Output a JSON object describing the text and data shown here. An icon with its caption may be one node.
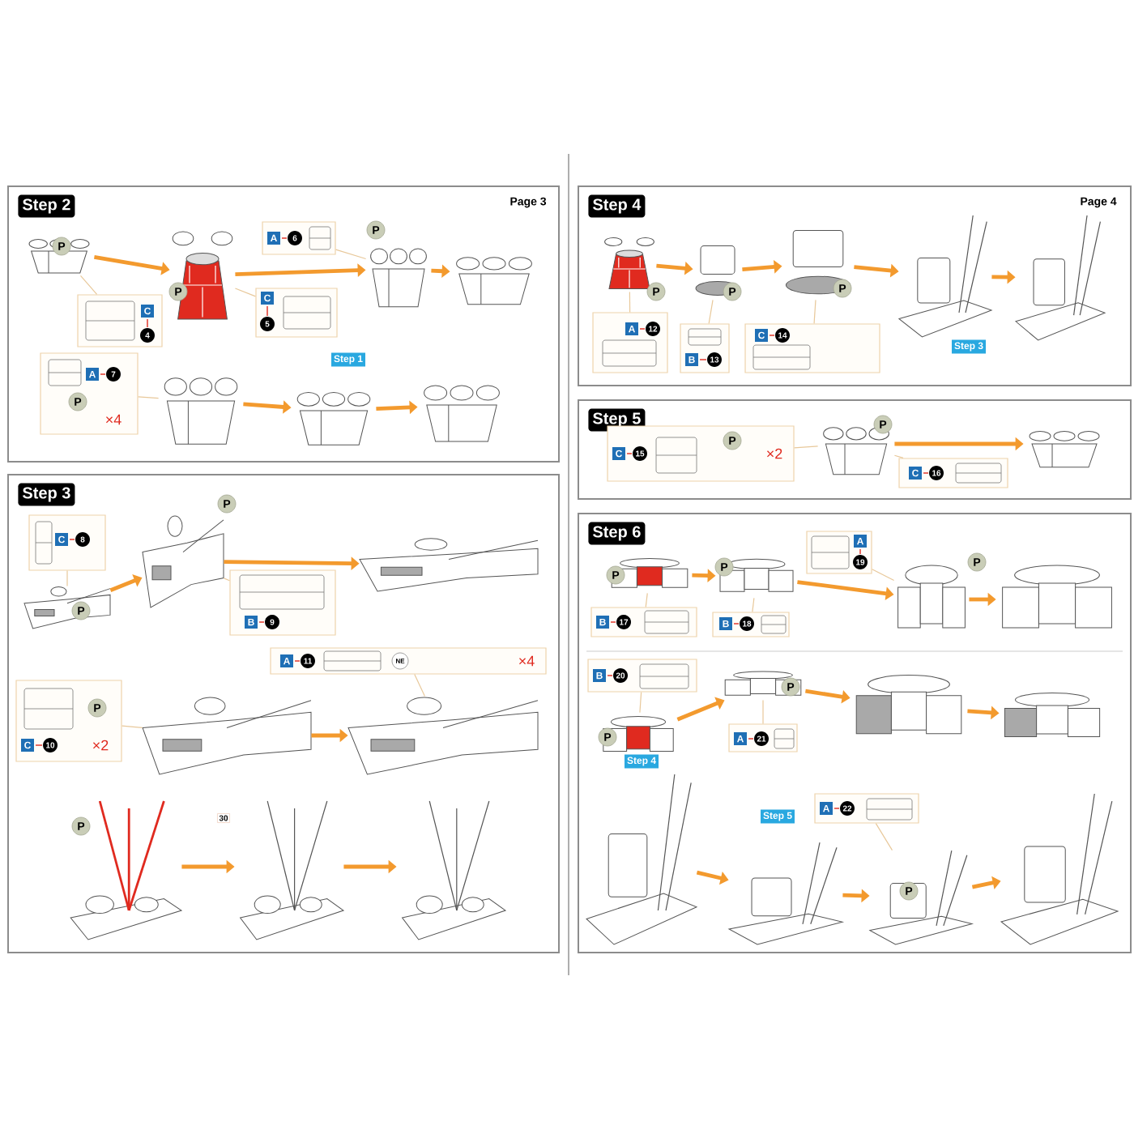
{
  "diagram": {
    "nodes": [
      {
        "text": [
          "Step 2"
        ]
      },
      {
        "text": [],
        "shape": "picture",
        "in": 0
      },
      {
        "text": [
          "C",
          "4"
        ],
        "in": 0
      },
      {
        "text": [],
        "shape": "picture",
        "in": 0
      },
      {
        "text": [
          "C",
          "5"
        ],
        "in": 0
      },
      {
        "text": [
          "A",
          "6"
        ],
        "in": 0
      },
      {
        "text": [],
        "shape": "picture",
        "in": 0
      },
      {
        "text": [],
        "shape": "picture",
        "in": 0
      },
      {
        "text": [
          "A",
          "7",
          "×4"
        ],
        "in": 0
      },
      {
        "text": [],
        "shape": "picture",
        "in": 0
      },
      {
        "text": [],
        "shape": "picture",
        "in": 0,
        "beside": [
          "Step 1"
        ]
      },
      {
        "text": [],
        "shape": "picture",
        "in": 0
      },
      {
        "text": [
          "Step 3"
        ]
      },
      {
        "text": [
          "C",
          "8"
        ],
        "in": 12
      },
      {
        "text": [],
        "shape": "picture",
        "in": 12
      },
      {
        "text": [],
        "shape": "picture",
        "in": 12
      },
      {
        "text": [
          "B",
          "9"
        ],
        "in": 12
      },
      {
        "text": [],
        "shape": "picture",
        "in": 12
      },
      {
        "text": [
          "A",
          "11",
          "NE",
          "×4"
        ],
        "in": 12
      },
      {
        "text": [
          "C",
          "10",
          "×2"
        ],
        "in": 12
      },
      {
        "text": [],
        "shape": "picture",
        "in": 12
      },
      {
        "text": [],
        "shape": "picture",
        "in": 12
      },
      {
        "text": [],
        "shape": "picture",
        "in": 12
      },
      {
        "text": [],
        "shape": "picture",
        "in": 12,
        "beside": [
          "30"
        ]
      },
      {
        "text": [],
        "shape": "picture",
        "in": 12
      },
      {
        "text": [
          "Step 4"
        ]
      },
      {
        "text": [],
        "shape": "picture",
        "in": 25
      },
      {
        "text": [
          "A",
          "12"
        ],
        "in": 25
      },
      {
        "text": [],
        "shape": "picture",
        "in": 25
      },
      {
        "text": [
          "B",
          "13"
        ],
        "in": 25
      },
      {
        "text": [],
        "shape": "picture",
        "in": 25
      },
      {
        "text": [
          "C",
          "14"
        ],
        "in": 25
      },
      {
        "text": [],
        "shape": "picture",
        "in": 25,
        "beside": [
          "Step 3"
        ]
      },
      {
        "text": [],
        "shape": "picture",
        "in": 25
      },
      {
        "text": [
          "Step 5"
        ]
      },
      {
        "text": [
          "C",
          "15",
          "×2"
        ],
        "in": 34
      },
      {
        "text": [],
        "shape": "picture",
        "in": 34
      },
      {
        "text": [
          "C",
          "16"
        ],
        "in": 34
      },
      {
        "text": [],
        "shape": "picture",
        "in": 34
      },
      {
        "text": [
          "Step 6"
        ]
      },
      {
        "text": [],
        "shape": "picture",
        "in": 39
      },
      {
        "text": [
          "B",
          "17"
        ],
        "in": 39
      },
      {
        "text": [],
        "shape": "picture",
        "in": 39
      },
      {
        "text": [
          "B",
          "18"
        ],
        "in": 39
      },
      {
        "text": [
          "A",
          "19"
        ],
        "in": 39
      },
      {
        "text": [],
        "shape": "picture",
        "in": 39
      },
      {
        "text": [],
        "shape": "picture",
        "in": 39
      },
      {
        "text": [
          "B",
          "20"
        ],
        "in": 39
      },
      {
        "text": [],
        "shape": "picture",
        "in": 39
      },
      {
        "text": [],
        "shape": "picture",
        "in": 39
      },
      {
        "text": [
          "A",
          "21"
        ],
        "in": 39
      },
      {
        "text": [],
        "shape": "picture",
        "in": 39
      },
      {
        "text": [],
        "shape": "picture",
        "in": 39
      },
      {
        "text": [],
        "shape": "picture",
        "in": 39,
        "beside": [
          "Step 4"
        ]
      },
      {
        "text": [],
        "shape": "picture",
        "in": 39,
        "beside": [
          "Step 5"
        ]
      },
      {
        "text": [
          "A",
          "22"
        ],
        "in": 39
      },
      {
        "text": [],
        "shape": "picture",
        "in": 39
      },
      {
        "text": [],
        "shape": "picture",
        "in": 39
      }
    ],
    "edges": [
      {
        "from": 1,
        "to": 3,
        "arrow": "to"
      },
      {
        "from": 3,
        "to": 6,
        "arrow": "to"
      },
      {
        "from": 6,
        "to": 7,
        "arrow": "to"
      },
      {
        "from": 9,
        "to": 10,
        "arrow": "to"
      },
      {
        "from": 10,
        "to": 11,
        "arrow": "to"
      },
      {
        "from": 14,
        "to": 15,
        "arrow": "to"
      },
      {
        "from": 15,
        "to": 17,
        "arrow": "to"
      },
      {
        "from": 20,
        "to": 21,
        "arrow": "to"
      },
      {
        "from": 22,
        "to": 23,
        "arrow": "to"
      },
      {
        "from": 23,
        "to": 24,
        "arrow": "to"
      },
      {
        "from": 26,
        "to": 28,
        "arrow": "to"
      },
      {
        "from": 28,
        "to": 30,
        "arrow": "to"
      },
      {
        "from": 30,
        "to": 32,
        "arrow": "to"
      },
      {
        "from": 32,
        "to": 33,
        "arrow": "to"
      },
      {
        "from": 36,
        "to": 38,
        "arrow": "to"
      },
      {
        "from": 40,
        "to": 42,
        "arrow": "to"
      },
      {
        "from": 42,
        "to": 45,
        "arrow": "to"
      },
      {
        "from": 45,
        "to": 46,
        "arrow": "to"
      },
      {
        "from": 48,
        "to": 49,
        "arrow": "to"
      },
      {
        "from": 49,
        "to": 51,
        "arrow": "to"
      },
      {
        "from": 51,
        "to": 52,
        "arrow": "to"
      },
      {
        "from": 53,
        "to": 54,
        "arrow": "to"
      },
      {
        "from": 54,
        "to": 56,
        "arrow": "to"
      },
      {
        "from": 56,
        "to": 57,
        "arrow": "to"
      },
      {
        "from": 2,
        "to": 1,
        "arrow": "none",
        "color": "#e8c89a"
      },
      {
        "from": 4,
        "to": 3,
        "arrow": "none",
        "color": "#e8c89a"
      },
      {
        "from": 5,
        "to": 6,
        "arrow": "none",
        "color": "#e8c89a"
      },
      {
        "from": 8,
        "to": 9,
        "arrow": "none",
        "color": "#e8c89a"
      },
      {
        "from": 13,
        "to": 14,
        "arrow": "none",
        "color": "#e8c89a"
      },
      {
        "from": 16,
        "to": 15,
        "arrow": "none",
        "color": "#e8c89a"
      },
      {
        "from": 18,
        "to": 21,
        "arrow": "none",
        "color": "#e8c89a"
      },
      {
        "from": 19,
        "to": 20,
        "arrow": "none",
        "color": "#e8c89a"
      },
      {
        "from": 27,
        "to": 26,
        "arrow": "none",
        "color": "#e8c89a"
      },
      {
        "from": 29,
        "to": 28,
        "arrow": "none",
        "color": "#e8c89a"
      },
      {
        "from": 31,
        "to": 30,
        "arrow": "none",
        "color": "#e8c89a"
      },
      {
        "from": 35,
        "to": 36,
        "arrow": "none",
        "color": "#e8c89a"
      },
      {
        "from": 37,
        "to": 36,
        "arrow": "none",
        "color": "#e8c89a"
      },
      {
        "from": 41,
        "to": 40,
        "arrow": "none",
        "color": "#e8c89a"
      },
      {
        "from": 43,
        "to": 42,
        "arrow": "none",
        "color": "#e8c89a"
      },
      {
        "from": 44,
        "to": 45,
        "arrow": "none",
        "color": "#e8c89a"
      },
      {
        "from": 47,
        "to": 48,
        "arrow": "none",
        "color": "#e8c89a"
      },
      {
        "from": 50,
        "to": 49,
        "arrow": "none",
        "color": "#e8c89a"
      },
      {
        "from": 55,
        "to": 56,
        "arrow": "none",
        "color": "#e8c89a"
      }
    ],
    "labels": [
      "Page 3",
      "Page 4",
      "P",
      "P",
      "P",
      "P",
      "P",
      "P",
      "P",
      "P",
      "P",
      "P",
      "P",
      "P",
      "P",
      "P",
      "P",
      "P",
      "P",
      "P",
      "P"
    ]
  }
}
